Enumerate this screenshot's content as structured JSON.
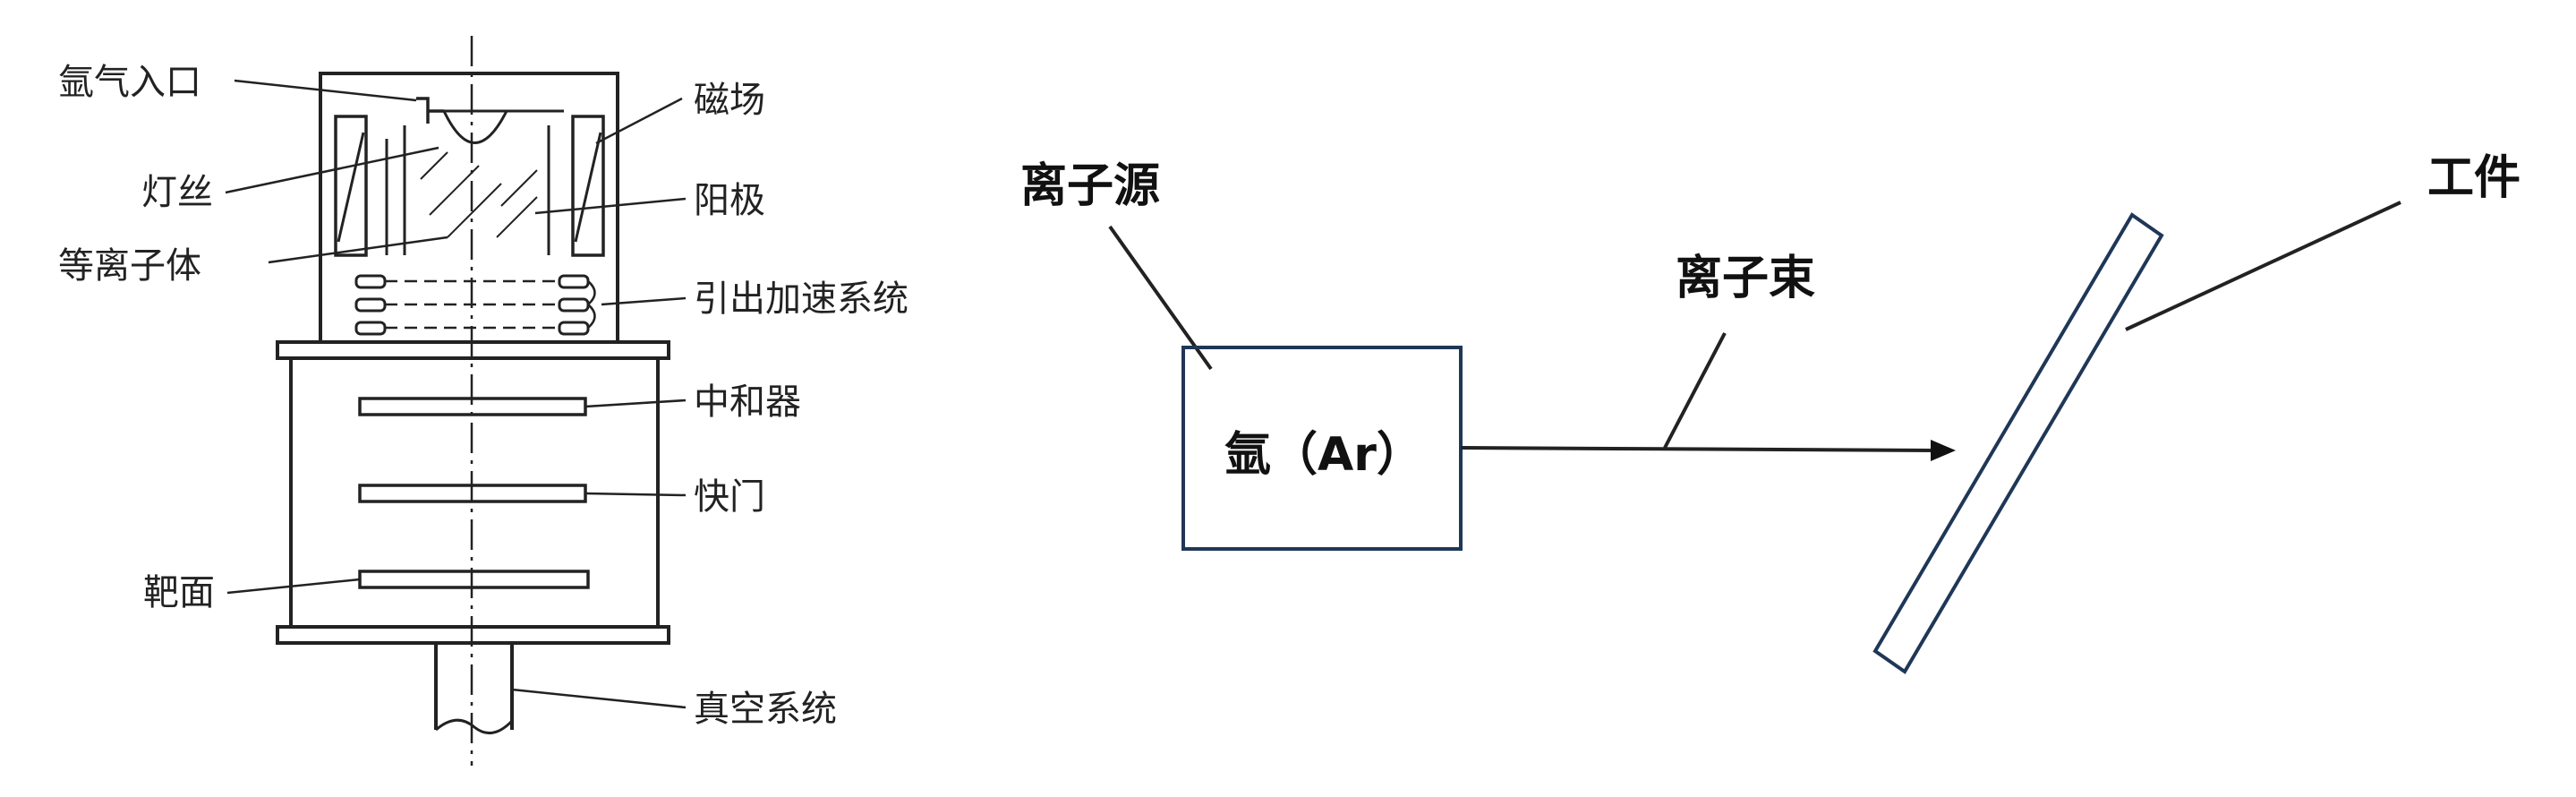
{
  "left_diagram": {
    "labels": {
      "argon_inlet": "氩气入口",
      "filament": "灯丝",
      "plasma": "等离子体",
      "magnetic_field": "磁场",
      "anode": "阳极",
      "extraction_system": "引出加速系统",
      "neutralizer": "中和器",
      "shutter": "快门",
      "target": "靶面",
      "vacuum_system": "真空系统"
    }
  },
  "right_diagram": {
    "labels": {
      "ion_source": "离子源",
      "argon_box": "氩（Ar）",
      "ion_beam": "离子束",
      "workpiece": "工件"
    },
    "colors": {
      "box_stroke": "#1f3757",
      "workpiece_stroke": "#1f3757"
    }
  }
}
